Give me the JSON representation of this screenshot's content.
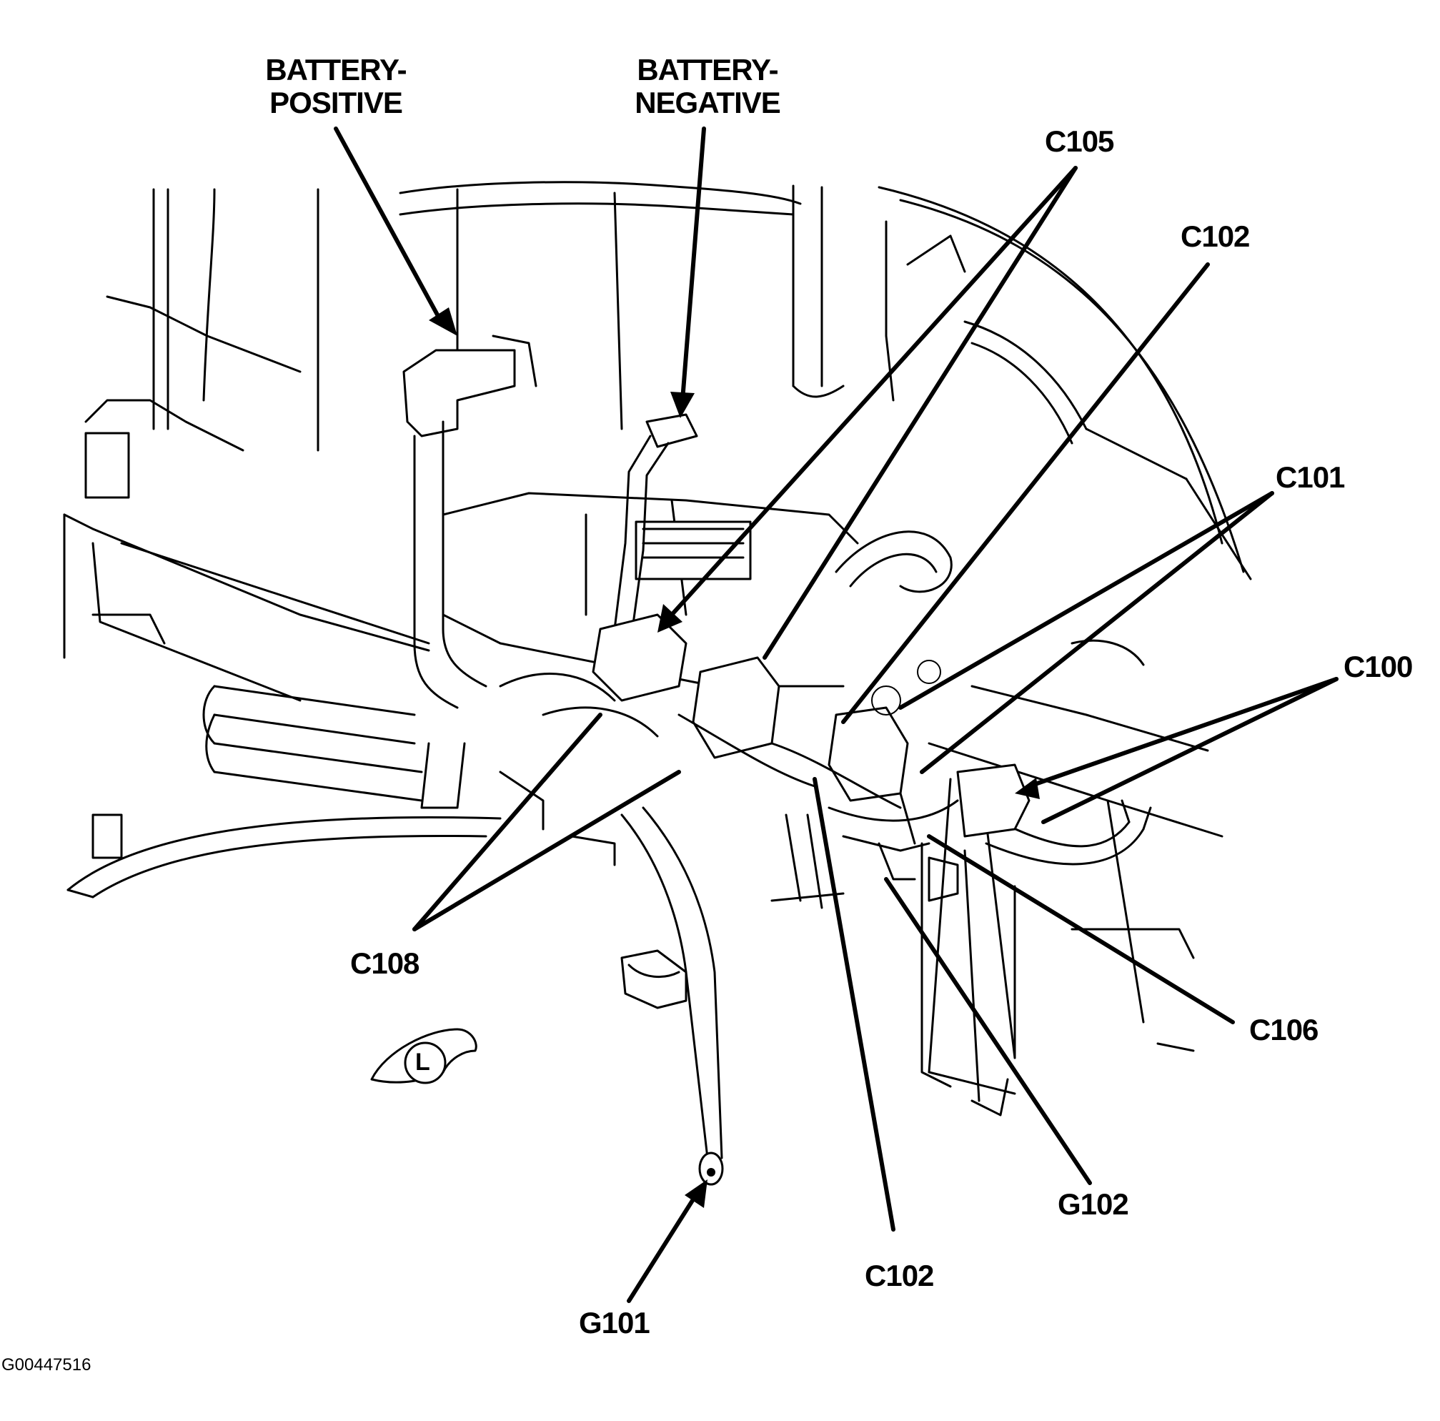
{
  "figure_id": "G00447516",
  "labels": {
    "battery_positive": "BATTERY-\nPOSITIVE",
    "battery_negative": "BATTERY-\nNEGATIVE",
    "c105_top": "C105",
    "c102_top": "C102",
    "c101": "C101",
    "c100": "C100",
    "c106": "C106",
    "c108": "C108",
    "g102": "G102",
    "c102_bottom": "C102",
    "g101": "G101",
    "orientation_marker": "L"
  }
}
